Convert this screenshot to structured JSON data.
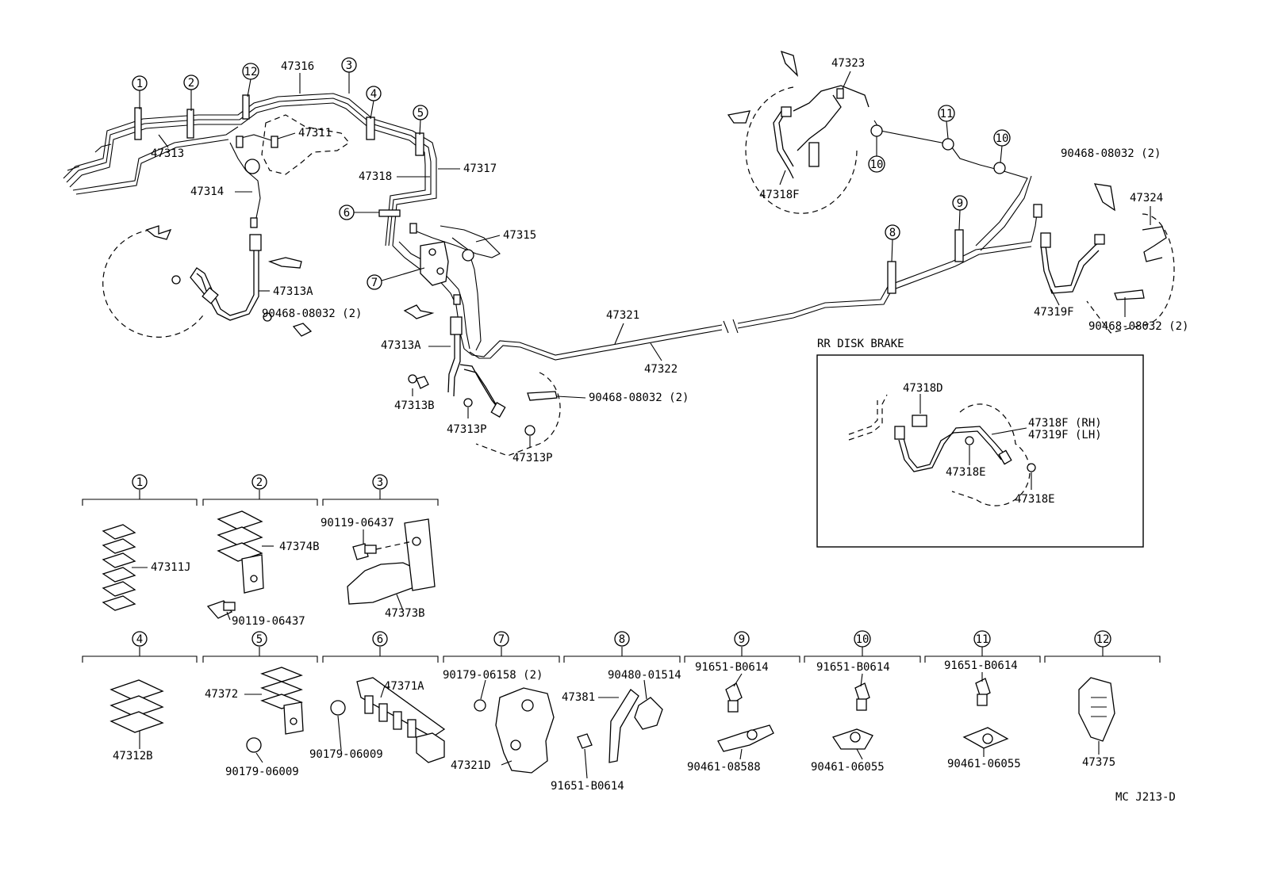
{
  "diagram_code": "MC J213-D",
  "inset_title": "RR DISK BRAKE",
  "callout_numbers": [
    "1",
    "2",
    "3",
    "4",
    "5",
    "6",
    "7",
    "8",
    "9",
    "10",
    "11",
    "12"
  ],
  "labels": {
    "l47316": "47316",
    "l47313": "47313",
    "l47311": "47311",
    "l47314": "47314",
    "l47318": "47318",
    "l47317": "47317",
    "l47315": "47315",
    "l47313A_1": "47313A",
    "l90468_1": "90468-08032 (2)",
    "l47313A_2": "47313A",
    "l47313B": "47313B",
    "l47313P_1": "47313P",
    "l47313P_2": "47313P",
    "l90468_2": "90468-08032 (2)",
    "l47321": "47321",
    "l47322": "47322",
    "l47323": "47323",
    "l47318F": "47318F",
    "l90468_3": "90468-08032 (2)",
    "l47324": "47324",
    "l47319F": "47319F",
    "l90468_4": "90468-08032 (2)",
    "l47318D": "47318D",
    "l47318F_RH": "47318F (RH)",
    "l47319F_LH": "47319F (LH)",
    "l47318E_1": "47318E",
    "l47318E_2": "47318E",
    "l47311J": "47311J",
    "l47374B": "47374B",
    "l90119_1": "90119-06437",
    "l90119_2": "90119-06437",
    "l47373B": "47373B",
    "l47312B": "47312B",
    "l47372": "47372",
    "l90179_06009_1": "90179-06009",
    "l47371A": "47371A",
    "l90179_06009_2": "90179-06009",
    "l90179_06158": "90179-06158 (2)",
    "l47321D": "47321D",
    "l47381": "47381",
    "l90480": "90480-01514",
    "l91651_1": "91651-B0614",
    "l91651_2": "91651-B0614",
    "l91651_3": "91651-B0614",
    "l91651_4": "91651-B0614",
    "l90461_08588": "90461-08588",
    "l90461_06055_1": "90461-06055",
    "l90461_06055_2": "90461-06055",
    "l47375": "47375"
  }
}
